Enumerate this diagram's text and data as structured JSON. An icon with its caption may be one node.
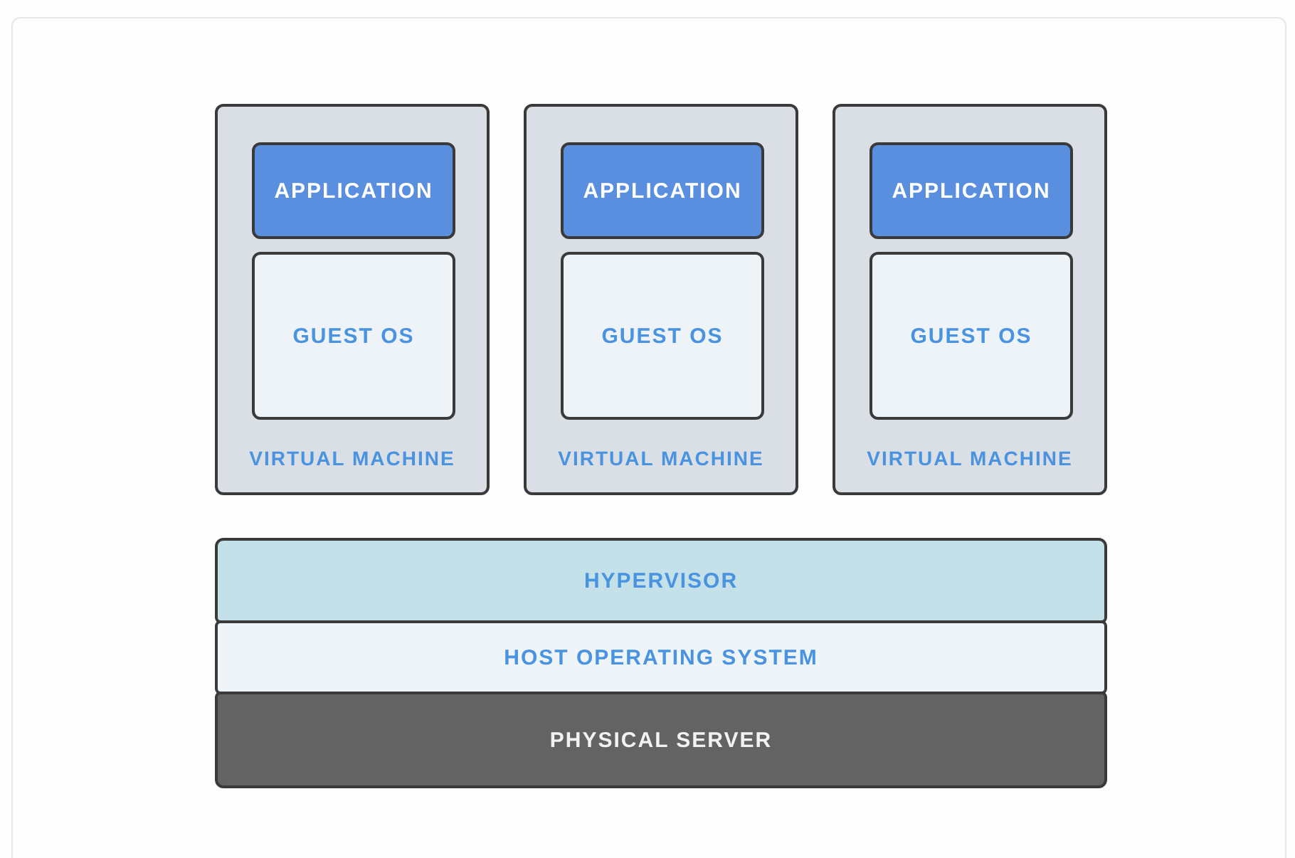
{
  "diagram": {
    "nodes": [
      {
        "text": [
          "VIRTUAL MACHINE"
        ]
      },
      {
        "text": [
          "APPLICATION"
        ],
        "in": 0
      },
      {
        "text": [
          "GUEST OS"
        ],
        "in": 0
      },
      {
        "text": [
          "VIRTUAL MACHINE"
        ]
      },
      {
        "text": [
          "APPLICATION"
        ],
        "in": 3
      },
      {
        "text": [
          "GUEST OS"
        ],
        "in": 3
      },
      {
        "text": [
          "VIRTUAL MACHINE"
        ]
      },
      {
        "text": [
          "APPLICATION"
        ],
        "in": 6
      },
      {
        "text": [
          "GUEST OS"
        ],
        "in": 6
      },
      {
        "text": [
          "HYPERVISOR"
        ]
      },
      {
        "text": [
          "HOST OPERATING SYSTEM"
        ]
      },
      {
        "text": [
          "PHYSICAL SERVER"
        ]
      }
    ]
  }
}
